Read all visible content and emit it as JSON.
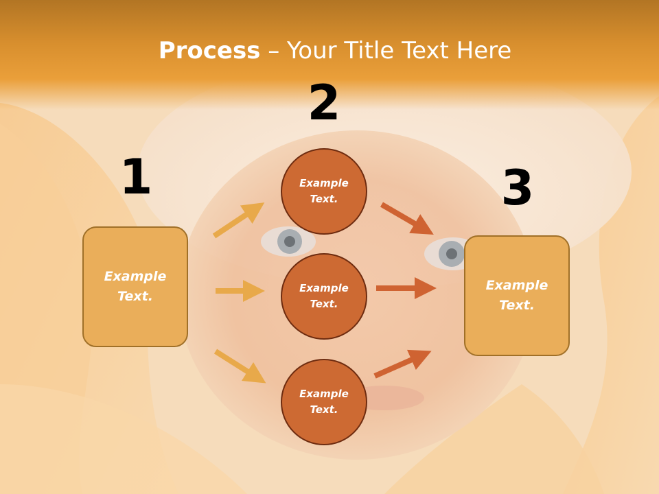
{
  "slide": {
    "title_bold": "Process",
    "title_rest": " – Your Title Text Here"
  },
  "steps": {
    "step1_number": "1",
    "step2_number": "2",
    "step3_number": "3"
  },
  "nodes": {
    "left_box": {
      "line1": "Example",
      "line2": "Text."
    },
    "circle_top": {
      "line1": "Example",
      "line2": "Text."
    },
    "circle_middle": {
      "line1": "Example",
      "line2": "Text."
    },
    "circle_bottom": {
      "line1": "Example",
      "line2": "Text."
    },
    "right_box": {
      "line1": "Example",
      "line2": "Text."
    }
  },
  "colors": {
    "header": "#d88f2e",
    "box_fill": "#eaae5a",
    "circle_fill": "#cd6a33",
    "arrow_left": "#e8a94a",
    "arrow_right": "#cf6332"
  }
}
